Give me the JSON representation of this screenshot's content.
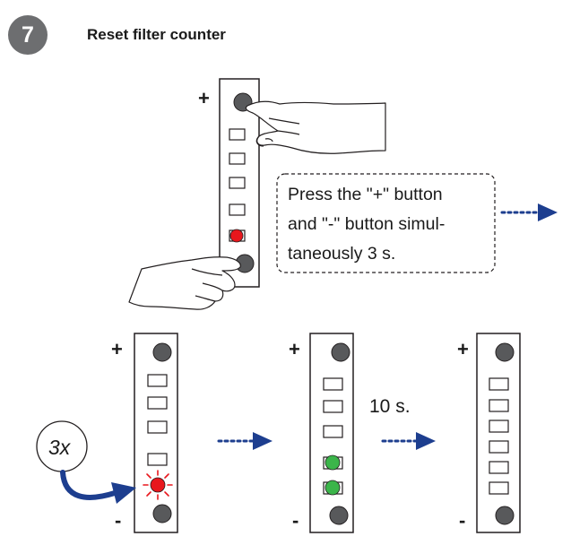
{
  "step": {
    "number": "7",
    "title": "Reset filter counter"
  },
  "symbols": {
    "plus": "+",
    "minus": "-"
  },
  "callout": {
    "lines": [
      "Press the \"+\" button",
      "and \"-\" button simul-",
      "taneously 3 s."
    ]
  },
  "repeat_label": "3x",
  "delay_label": "10 s.",
  "colors": {
    "badge": "#6d6e70",
    "button": "#58595b",
    "led_red": "#e8171d",
    "led_green": "#3bb54a",
    "arrow": "#1d3e8f",
    "panel_border": "#231f20"
  },
  "icons": [
    "hand-icon",
    "dotted-arrow-icon",
    "curved-arrow-icon",
    "blink-rays-icon"
  ]
}
